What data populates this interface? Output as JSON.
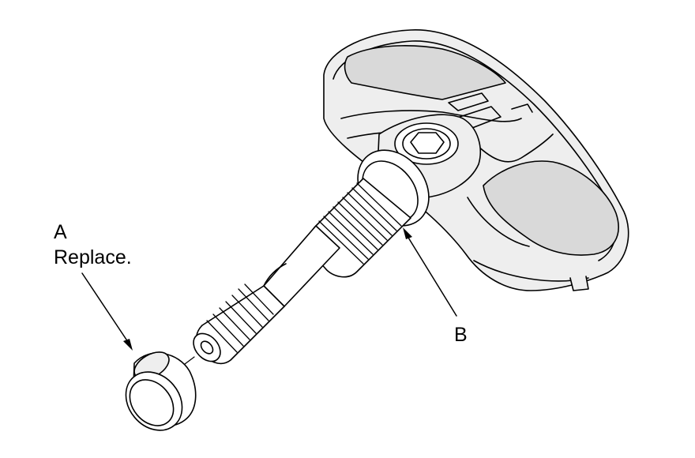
{
  "labels": {
    "a": {
      "letter": "A",
      "note": "Replace."
    },
    "b": {
      "letter": "B"
    }
  },
  "colors": {
    "line": "#000000",
    "body_fill": "#eeeeee",
    "body_shade": "#d9d9d9",
    "background": "#ffffff"
  }
}
